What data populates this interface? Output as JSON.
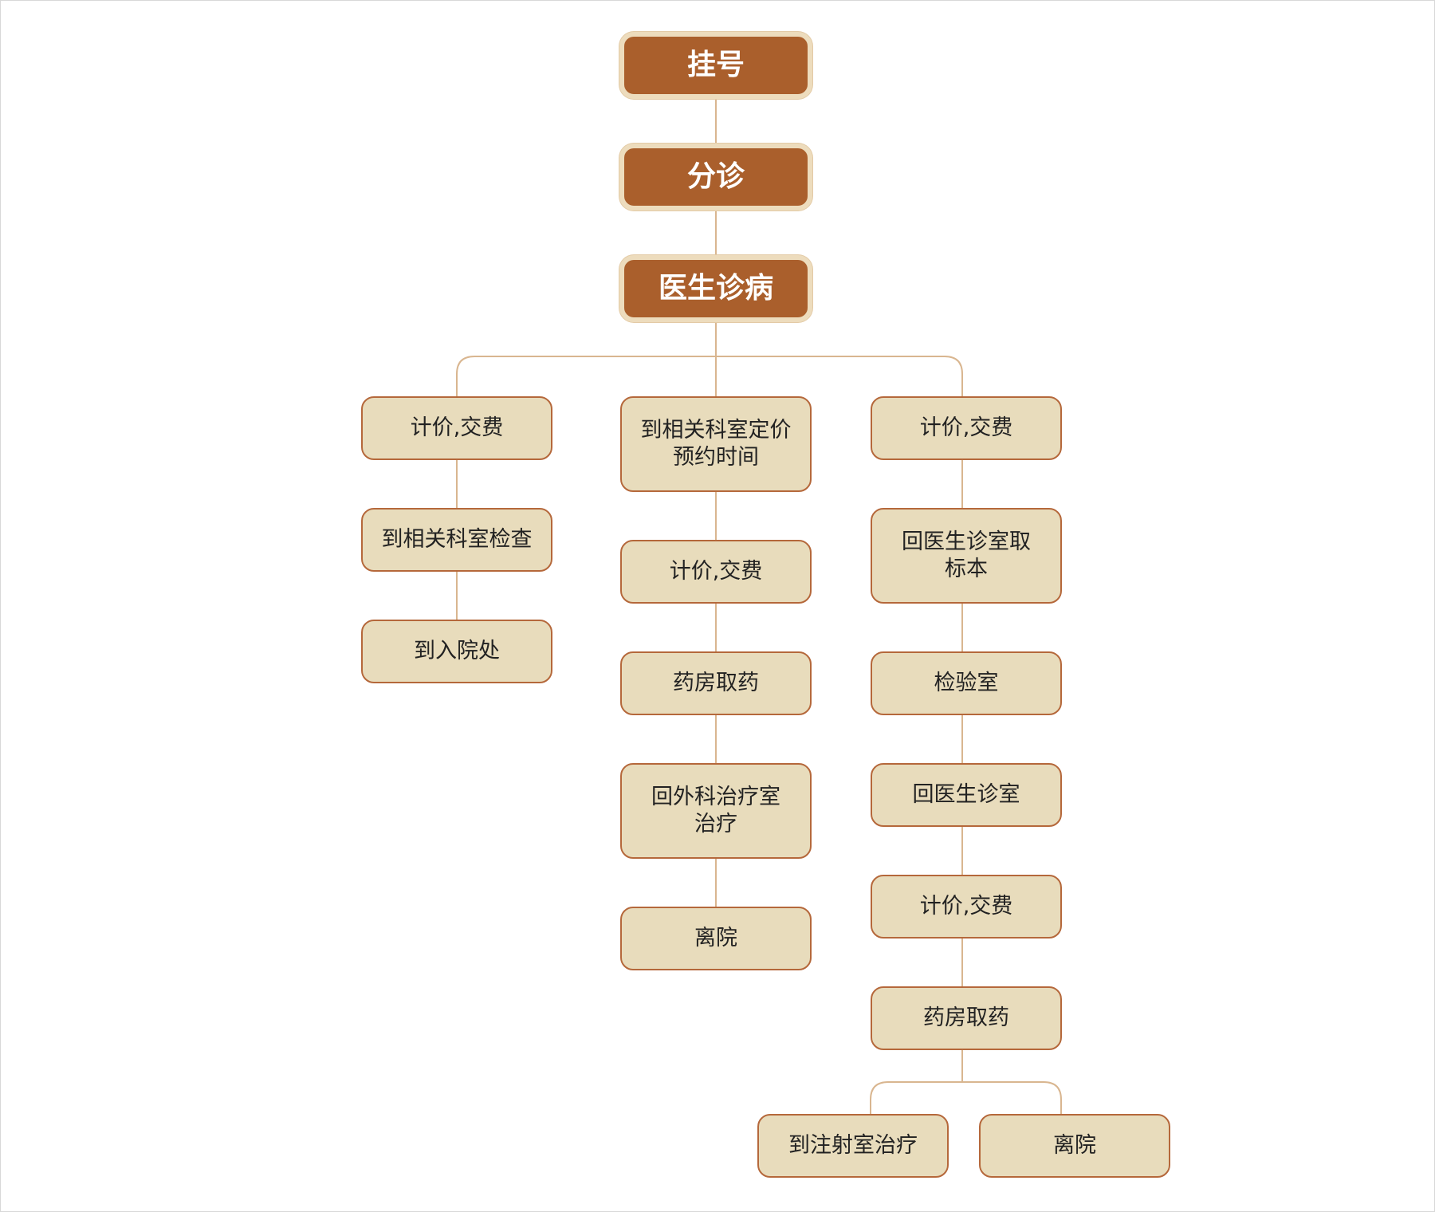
{
  "top_nodes": [
    {
      "label": "挂号"
    },
    {
      "label": "分诊"
    },
    {
      "label": "医生诊病"
    }
  ],
  "branches": {
    "left": [
      {
        "label": "计价,交费"
      },
      {
        "label": "到相关科室检查"
      },
      {
        "label": "到入院处"
      }
    ],
    "middle": [
      {
        "label": "到相关科室定价\n预约时间"
      },
      {
        "label": "计价,交费"
      },
      {
        "label": "药房取药"
      },
      {
        "label": "回外科治疗室\n治疗"
      },
      {
        "label": "离院"
      }
    ],
    "right": [
      {
        "label": "计价,交费"
      },
      {
        "label": "回医生诊室取\n标本"
      },
      {
        "label": "检验室"
      },
      {
        "label": "回医生诊室"
      },
      {
        "label": "计价,交费"
      },
      {
        "label": "药房取药"
      }
    ],
    "right_final": [
      {
        "label": "到注射室治疗"
      },
      {
        "label": "离院"
      }
    ]
  },
  "colors": {
    "top_fill": "#aa5f2c",
    "top_border": "#eddcbd",
    "step_fill": "#e8dcbc",
    "step_border": "#b5683b",
    "connector": "#d9b690"
  }
}
